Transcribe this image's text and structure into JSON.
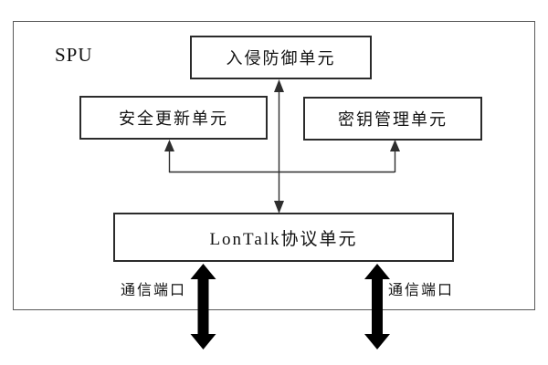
{
  "container": {
    "label": "SPU"
  },
  "units": [
    {
      "id": "intrusion-prevention",
      "label": "入侵防御单元"
    },
    {
      "id": "security-update",
      "label": "安全更新单元"
    },
    {
      "id": "key-management",
      "label": "密钥管理单元"
    },
    {
      "id": "lontalk-protocol",
      "label": "LonTalk协议单元"
    }
  ],
  "port_labels": {
    "left": "通信端口",
    "right": "通信端口"
  },
  "colors": {
    "line": "#2e2e2e",
    "frame": "#5a5a5a",
    "box_border": "#2b2b2b",
    "text": "#111111",
    "port_arrow": "#000000",
    "background": "#ffffff"
  }
}
